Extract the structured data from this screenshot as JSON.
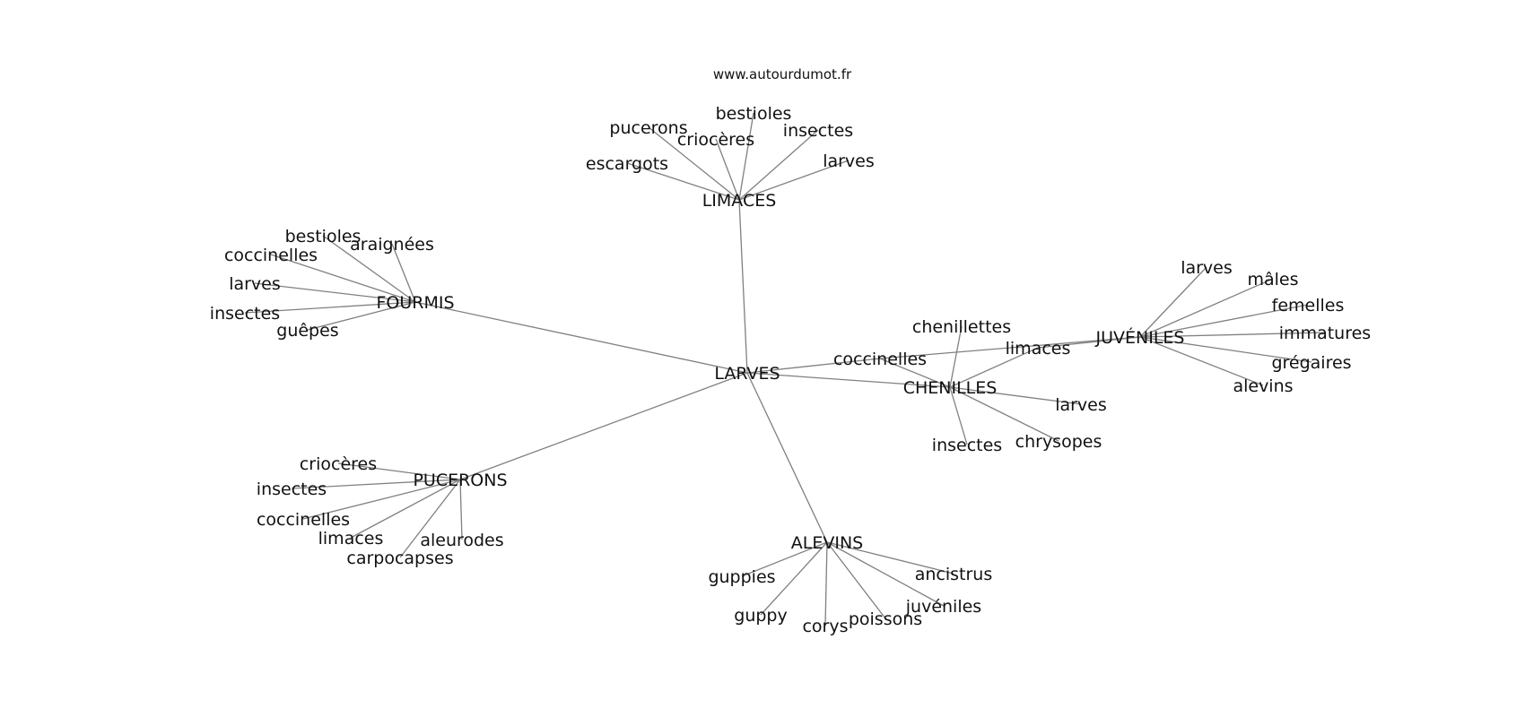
{
  "site_url": "www.autourdumot.fr",
  "graph": {
    "nodes": [
      {
        "id": "larves_center",
        "label": "LARVES"
      },
      {
        "id": "limaces_hub",
        "label": "LIMACES"
      },
      {
        "id": "fourmis_hub",
        "label": "FOURMIS"
      },
      {
        "id": "pucerons_hub",
        "label": "PUCERONS"
      },
      {
        "id": "alevins_hub",
        "label": "ALEVINS"
      },
      {
        "id": "chenilles_hub",
        "label": "CHENILLES"
      },
      {
        "id": "juveniles_hub",
        "label": "JUVÉNILES"
      },
      {
        "id": "limaces_bestioles",
        "label": "bestioles"
      },
      {
        "id": "limaces_pucerons",
        "label": "pucerons"
      },
      {
        "id": "limaces_crioceres",
        "label": "criocères"
      },
      {
        "id": "limaces_insectes",
        "label": "insectes"
      },
      {
        "id": "limaces_escargots",
        "label": "escargots"
      },
      {
        "id": "limaces_larves",
        "label": "larves"
      },
      {
        "id": "fourmis_bestioles",
        "label": "bestioles"
      },
      {
        "id": "fourmis_araignees",
        "label": "araignées"
      },
      {
        "id": "fourmis_coccinelles",
        "label": "coccinelles"
      },
      {
        "id": "fourmis_larves",
        "label": "larves"
      },
      {
        "id": "fourmis_insectes",
        "label": "insectes"
      },
      {
        "id": "fourmis_guepes",
        "label": "guêpes"
      },
      {
        "id": "pucerons_crioceres",
        "label": "criocères"
      },
      {
        "id": "pucerons_insectes",
        "label": "insectes"
      },
      {
        "id": "pucerons_coccinelles",
        "label": "coccinelles"
      },
      {
        "id": "pucerons_limaces",
        "label": "limaces"
      },
      {
        "id": "pucerons_aleurodes",
        "label": "aleurodes"
      },
      {
        "id": "pucerons_carpocapses",
        "label": "carpocapses"
      },
      {
        "id": "alevins_guppies",
        "label": "guppies"
      },
      {
        "id": "alevins_guppy",
        "label": "guppy"
      },
      {
        "id": "alevins_corys",
        "label": "corys"
      },
      {
        "id": "alevins_poissons",
        "label": "poissons"
      },
      {
        "id": "alevins_juveniles",
        "label": "juvéniles"
      },
      {
        "id": "alevins_ancistrus",
        "label": "ancistrus"
      },
      {
        "id": "chenilles_chenillettes",
        "label": "chenillettes"
      },
      {
        "id": "coccinelles_mid",
        "label": "coccinelles"
      },
      {
        "id": "limaces_mid",
        "label": "limaces"
      },
      {
        "id": "chenilles_larves",
        "label": "larves"
      },
      {
        "id": "chenilles_insectes",
        "label": "insectes"
      },
      {
        "id": "chenilles_chrysopes",
        "label": "chrysopes"
      },
      {
        "id": "juveniles_larves",
        "label": "larves"
      },
      {
        "id": "juveniles_males",
        "label": "mâles"
      },
      {
        "id": "juveniles_femelles",
        "label": "femelles"
      },
      {
        "id": "juveniles_immatures",
        "label": "immatures"
      },
      {
        "id": "juveniles_gregaires",
        "label": "grégaires"
      },
      {
        "id": "juveniles_alevins",
        "label": "alevins"
      }
    ],
    "edges": [
      [
        "larves_center",
        "limaces_hub"
      ],
      [
        "larves_center",
        "fourmis_hub"
      ],
      [
        "larves_center",
        "pucerons_hub"
      ],
      [
        "larves_center",
        "alevins_hub"
      ],
      [
        "larves_center",
        "chenilles_hub"
      ],
      [
        "larves_center",
        "coccinelles_mid"
      ],
      [
        "limaces_hub",
        "limaces_bestioles"
      ],
      [
        "limaces_hub",
        "limaces_pucerons"
      ],
      [
        "limaces_hub",
        "limaces_crioceres"
      ],
      [
        "limaces_hub",
        "limaces_insectes"
      ],
      [
        "limaces_hub",
        "limaces_escargots"
      ],
      [
        "limaces_hub",
        "limaces_larves"
      ],
      [
        "fourmis_hub",
        "fourmis_bestioles"
      ],
      [
        "fourmis_hub",
        "fourmis_araignees"
      ],
      [
        "fourmis_hub",
        "fourmis_coccinelles"
      ],
      [
        "fourmis_hub",
        "fourmis_larves"
      ],
      [
        "fourmis_hub",
        "fourmis_insectes"
      ],
      [
        "fourmis_hub",
        "fourmis_guepes"
      ],
      [
        "pucerons_hub",
        "pucerons_crioceres"
      ],
      [
        "pucerons_hub",
        "pucerons_insectes"
      ],
      [
        "pucerons_hub",
        "pucerons_coccinelles"
      ],
      [
        "pucerons_hub",
        "pucerons_limaces"
      ],
      [
        "pucerons_hub",
        "pucerons_aleurodes"
      ],
      [
        "pucerons_hub",
        "pucerons_carpocapses"
      ],
      [
        "alevins_hub",
        "alevins_guppies"
      ],
      [
        "alevins_hub",
        "alevins_guppy"
      ],
      [
        "alevins_hub",
        "alevins_corys"
      ],
      [
        "alevins_hub",
        "alevins_poissons"
      ],
      [
        "alevins_hub",
        "alevins_juveniles"
      ],
      [
        "alevins_hub",
        "alevins_ancistrus"
      ],
      [
        "chenilles_hub",
        "chenilles_chenillettes"
      ],
      [
        "chenilles_hub",
        "coccinelles_mid"
      ],
      [
        "chenilles_hub",
        "limaces_mid"
      ],
      [
        "chenilles_hub",
        "chenilles_larves"
      ],
      [
        "chenilles_hub",
        "chenilles_insectes"
      ],
      [
        "chenilles_hub",
        "chenilles_chrysopes"
      ],
      [
        "juveniles_hub",
        "coccinelles_mid"
      ],
      [
        "juveniles_hub",
        "limaces_mid"
      ],
      [
        "juveniles_hub",
        "juveniles_larves"
      ],
      [
        "juveniles_hub",
        "juveniles_males"
      ],
      [
        "juveniles_hub",
        "juveniles_femelles"
      ],
      [
        "juveniles_hub",
        "juveniles_immatures"
      ],
      [
        "juveniles_hub",
        "juveniles_gregaires"
      ],
      [
        "juveniles_hub",
        "juveniles_alevins"
      ]
    ]
  },
  "colors": {
    "edge": "#808080",
    "text": "#111111",
    "background": "#ffffff"
  }
}
